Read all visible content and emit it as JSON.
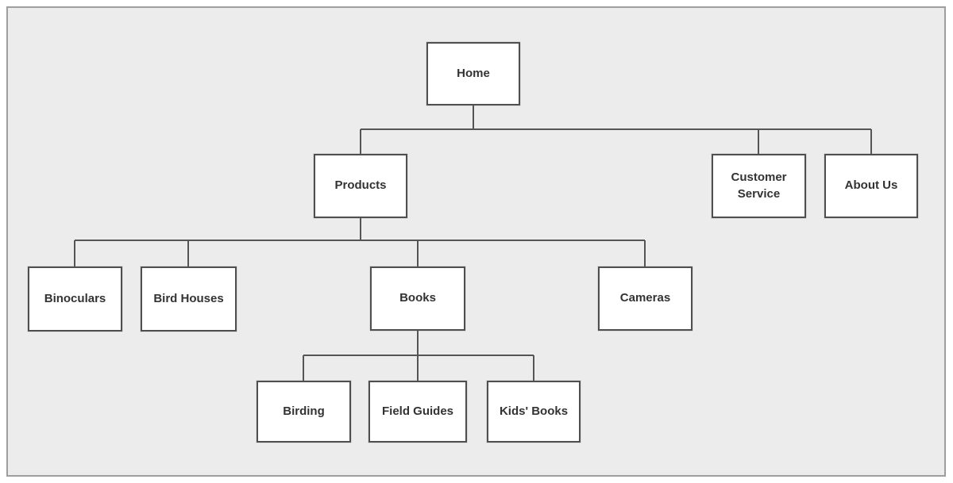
{
  "diagram": {
    "type": "sitemap-tree",
    "nodes": {
      "home": {
        "label": "Home",
        "level": 0
      },
      "products": {
        "label": "Products",
        "level": 1
      },
      "customer_service": {
        "label": "Customer Service",
        "level": 1
      },
      "about_us": {
        "label": "About Us",
        "level": 1
      },
      "binoculars": {
        "label": "Binoculars",
        "level": 2
      },
      "bird_houses": {
        "label": "Bird Houses",
        "level": 2
      },
      "books": {
        "label": "Books",
        "level": 2
      },
      "cameras": {
        "label": "Cameras",
        "level": 2
      },
      "birding": {
        "label": "Birding",
        "level": 3
      },
      "field_guides": {
        "label": "Field Guides",
        "level": 3
      },
      "kids_books": {
        "label": "Kids' Books",
        "level": 3
      }
    },
    "edges": [
      [
        "home",
        "products"
      ],
      [
        "home",
        "customer_service"
      ],
      [
        "home",
        "about_us"
      ],
      [
        "products",
        "binoculars"
      ],
      [
        "products",
        "bird_houses"
      ],
      [
        "products",
        "books"
      ],
      [
        "products",
        "cameras"
      ],
      [
        "books",
        "birding"
      ],
      [
        "books",
        "field_guides"
      ],
      [
        "books",
        "kids_books"
      ]
    ],
    "colors": {
      "page_background": "#ffffff",
      "canvas_background": "#ececec",
      "frame_border": "#9e9e9e",
      "box_fill": "#ffffff",
      "box_border": "#4f4f4f",
      "connector_line": "#555555",
      "text": "#333333"
    }
  }
}
